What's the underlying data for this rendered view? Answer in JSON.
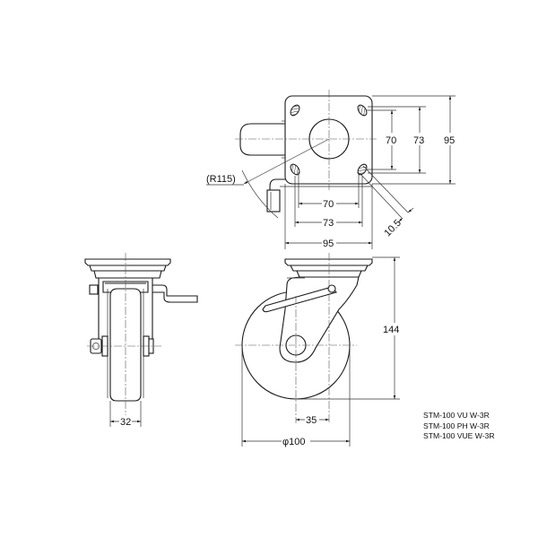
{
  "top_view": {
    "dimensions": {
      "hole_spacing_inner_v": "70",
      "hole_spacing_outer_v": "73",
      "plate_height": "95",
      "hole_spacing_inner_h": "70",
      "hole_spacing_outer_h": "73",
      "plate_width": "95",
      "slot_width": "10.5",
      "swivel_radius": "(R115)"
    }
  },
  "front_view": {
    "dimensions": {
      "wheel_width": "32"
    }
  },
  "side_view": {
    "dimensions": {
      "overall_height": "144",
      "swivel_offset": "35",
      "wheel_diameter": "φ100"
    }
  },
  "models": [
    "STM-100 VU W-3R",
    "STM-100 PH W-3R",
    "STM-100 VUE W-3R"
  ],
  "colors": {
    "line": "#1a1a1a",
    "background": "#ffffff"
  }
}
